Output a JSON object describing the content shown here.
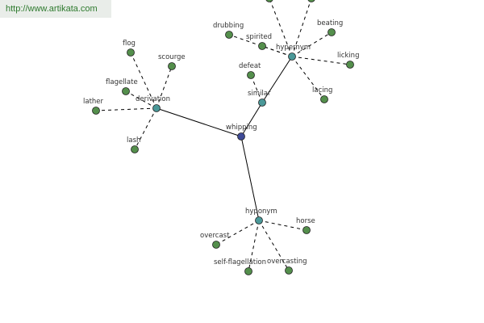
{
  "watermark": "http://www.artikata.com",
  "colors": {
    "leaf": "#548f4c",
    "relation": "#4a9898",
    "root": "#3e4a96",
    "stroke": "#202020",
    "edge": "#000000"
  },
  "nodes": [
    {
      "id": "whipping",
      "label": "whipping",
      "type": "root"
    },
    {
      "id": "derivation",
      "label": "derivation",
      "type": "relation"
    },
    {
      "id": "similar",
      "label": "similar",
      "type": "relation"
    },
    {
      "id": "hypernym",
      "label": "hypernym",
      "type": "relation"
    },
    {
      "id": "hyponym",
      "label": "hyponym",
      "type": "relation"
    },
    {
      "id": "flog",
      "label": "flog",
      "type": "leaf"
    },
    {
      "id": "scourge",
      "label": "scourge",
      "type": "leaf"
    },
    {
      "id": "flagellate",
      "label": "flagellate",
      "type": "leaf"
    },
    {
      "id": "lather",
      "label": "lather",
      "type": "leaf"
    },
    {
      "id": "lash",
      "label": "lash",
      "type": "leaf"
    },
    {
      "id": "defeat",
      "label": "defeat",
      "type": "leaf"
    },
    {
      "id": "drubbing",
      "label": "drubbing",
      "type": "leaf"
    },
    {
      "id": "spirited",
      "label": "spirited",
      "type": "leaf"
    },
    {
      "id": "beating",
      "label": "beating",
      "type": "leaf"
    },
    {
      "id": "licking",
      "label": "licking",
      "type": "leaf"
    },
    {
      "id": "lacing",
      "label": "lacing",
      "type": "leaf"
    },
    {
      "id": "top-left",
      "label": "",
      "type": "leaf"
    },
    {
      "id": "top-right",
      "label": "",
      "type": "leaf"
    },
    {
      "id": "horse",
      "label": "horse",
      "type": "leaf"
    },
    {
      "id": "overcast",
      "label": "overcast",
      "type": "leaf"
    },
    {
      "id": "self-flagellation",
      "label": "self-flagellation",
      "type": "leaf"
    },
    {
      "id": "overcasting",
      "label": "overcasting",
      "type": "leaf"
    }
  ],
  "edges": [
    {
      "from": "whipping",
      "to": "derivation",
      "style": "solid"
    },
    {
      "from": "whipping",
      "to": "similar",
      "style": "solid"
    },
    {
      "from": "whipping",
      "to": "hyponym",
      "style": "solid"
    },
    {
      "from": "similar",
      "to": "hypernym",
      "style": "solid"
    },
    {
      "from": "derivation",
      "to": "flog",
      "style": "dashed"
    },
    {
      "from": "derivation",
      "to": "scourge",
      "style": "dashed"
    },
    {
      "from": "derivation",
      "to": "flagellate",
      "style": "dashed"
    },
    {
      "from": "derivation",
      "to": "lather",
      "style": "dashed"
    },
    {
      "from": "derivation",
      "to": "lash",
      "style": "dashed"
    },
    {
      "from": "similar",
      "to": "defeat",
      "style": "dashed"
    },
    {
      "from": "hypernym",
      "to": "drubbing",
      "style": "dashed"
    },
    {
      "from": "hypernym",
      "to": "spirited",
      "style": "dashed"
    },
    {
      "from": "hypernym",
      "to": "beating",
      "style": "dashed"
    },
    {
      "from": "hypernym",
      "to": "licking",
      "style": "dashed"
    },
    {
      "from": "hypernym",
      "to": "lacing",
      "style": "dashed"
    },
    {
      "from": "hypernym",
      "to": "top-left",
      "style": "dashed"
    },
    {
      "from": "hypernym",
      "to": "top-right",
      "style": "dashed"
    },
    {
      "from": "hyponym",
      "to": "horse",
      "style": "dashed"
    },
    {
      "from": "hyponym",
      "to": "overcast",
      "style": "dashed"
    },
    {
      "from": "hyponym",
      "to": "self-flagellation",
      "style": "dashed"
    },
    {
      "from": "hyponym",
      "to": "overcasting",
      "style": "dashed"
    }
  ]
}
